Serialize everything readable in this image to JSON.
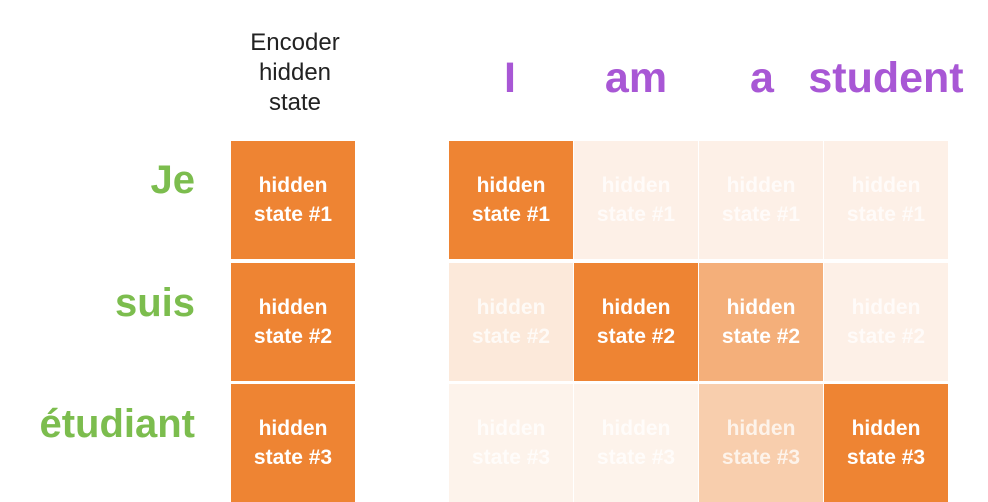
{
  "encoder_header": "Encoder\nhidden\nstate",
  "source_words": [
    "Je",
    "suis",
    "étudiant"
  ],
  "target_words": [
    "I",
    "am",
    "a",
    "student"
  ],
  "encoder_states": [
    "hidden\nstate #1",
    "hidden\nstate #2",
    "hidden\nstate #3"
  ],
  "attention_weights": [
    [
      1.0,
      0.12,
      0.12,
      0.12
    ],
    [
      0.18,
      1.0,
      0.65,
      0.12
    ],
    [
      0.1,
      0.1,
      0.4,
      1.0
    ]
  ],
  "colors": {
    "source_word": "#7cbd4e",
    "target_word": "#a857d5",
    "cell_orange": "#ee8433",
    "cell_text": "#ffffff",
    "header_text": "#222222"
  }
}
